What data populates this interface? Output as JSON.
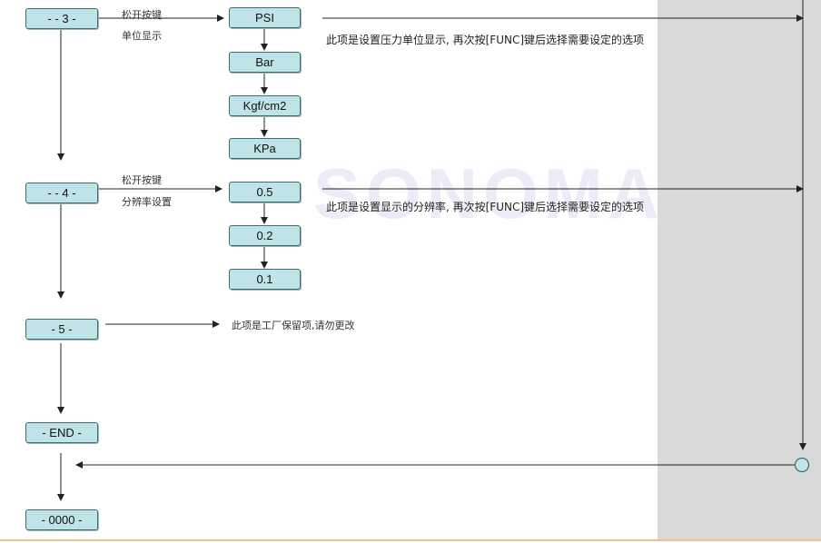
{
  "watermark": "SONOMA",
  "steps": {
    "step3": "- - 3 -",
    "step4": "- - 4 -",
    "step5": "- 5 -",
    "end": "- END -",
    "final": "- 0000 -"
  },
  "step3": {
    "label_top": "松开按键",
    "label_bottom": "单位显示",
    "options": [
      "PSI",
      "Bar",
      "Kgf/cm2",
      "KPa"
    ],
    "description": "此项是设置压力单位显示, 再次按[FUNC]键后选择需要设定的选项"
  },
  "step4": {
    "label_top": "松开按键",
    "label_bottom": "分辨率设置",
    "options": [
      "0.5",
      "0.2",
      "0.1"
    ],
    "description": "此项是设置显示的分辨率, 再次按[FUNC]键后选择需要设定的选项"
  },
  "step5": {
    "description": "此项是工厂保留项,请勿更改"
  }
}
